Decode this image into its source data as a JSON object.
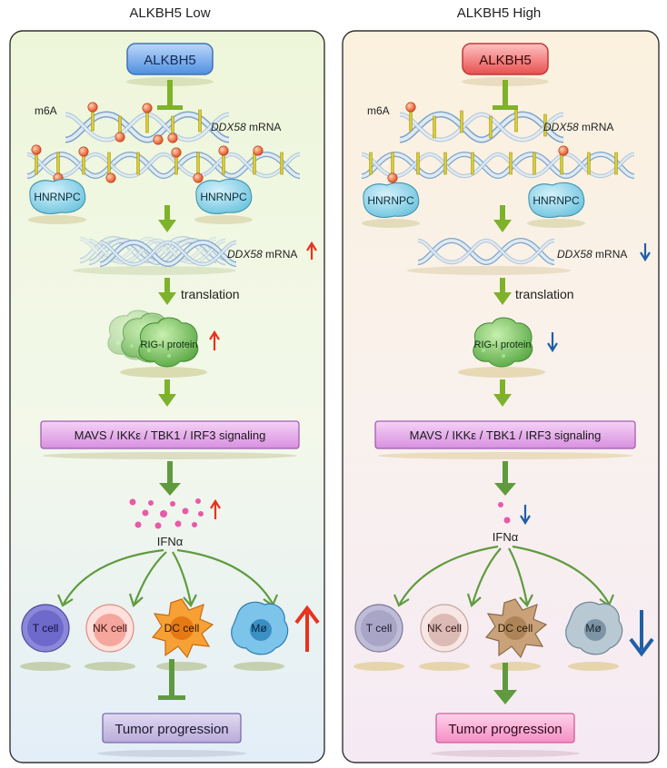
{
  "panels": [
    {
      "id": "low",
      "title": "ALKBH5 Low",
      "enzyme": "ALKBH5",
      "m6a_label": "m6A",
      "mrna_label_gene": "DDX58",
      "mrna_label_suffix": "mRNA",
      "reader_label": "HNRNPC",
      "translation_label": "translation",
      "protein_label": "RIG-I protein",
      "signaling_label": "MAVS / IKKε / TBK1 / IRF3  signaling",
      "ifn_label": "IFNα",
      "cells": [
        "T cell",
        "NK cell",
        "DC cell",
        "Mø"
      ],
      "outcome_label": "Tumor progression",
      "outcome_effect": "inhibit",
      "trend": "up",
      "colors": {
        "enzyme": "#6ba3e8",
        "bg_top": "#eef5dc",
        "bg_bottom": "#e6f0f8",
        "trend": "#e8321c"
      }
    },
    {
      "id": "high",
      "title": "ALKBH5 High",
      "enzyme": "ALKBH5",
      "m6a_label": "m6A",
      "mrna_label_gene": "DDX58",
      "mrna_label_suffix": "mRNA",
      "reader_label": "HNRNPC",
      "translation_label": "translation",
      "protein_label": "RIG-I protein",
      "signaling_label": "MAVS / IKKε / TBK1 / IRF3  signaling",
      "ifn_label": "IFNα",
      "cells": [
        "T cell",
        "NK cell",
        "DC cell",
        "Mø"
      ],
      "outcome_label": "Tumor progression",
      "outcome_effect": "promote",
      "trend": "down",
      "colors": {
        "enzyme": "#f06a6a",
        "bg_top": "#f9f0df",
        "bg_bottom": "#f6ecf3",
        "trend": "#1f5fa8"
      }
    }
  ]
}
